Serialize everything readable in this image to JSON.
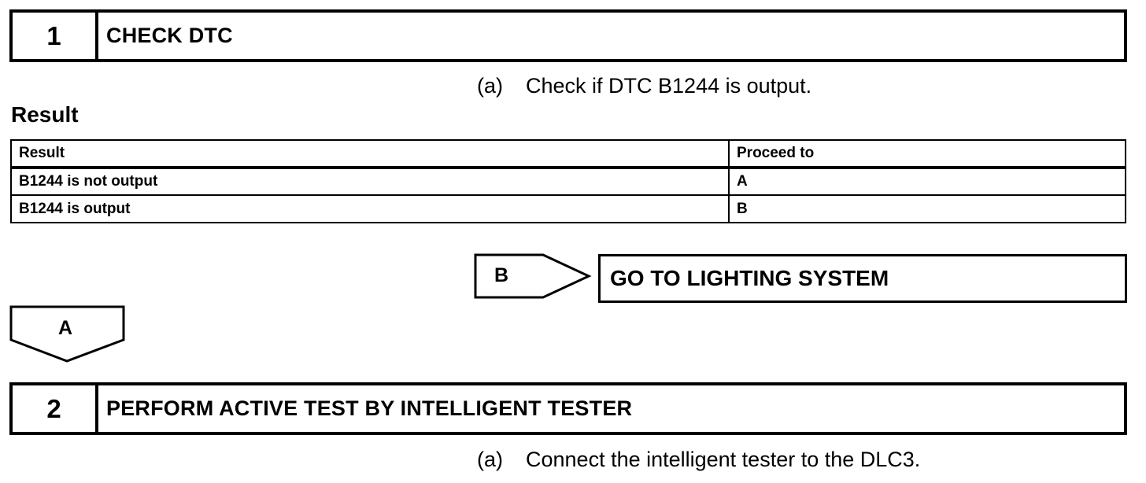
{
  "step1": {
    "number": "1",
    "title": "CHECK DTC",
    "instruction_marker": "(a)",
    "instruction_text": "Check if DTC B1244 is output."
  },
  "result_heading": "Result",
  "result_table": {
    "headers": [
      "Result",
      "Proceed to"
    ],
    "rows": [
      [
        "B1244 is not output",
        "A"
      ],
      [
        "B1244 is output",
        "B"
      ]
    ]
  },
  "branch_b": {
    "label": "B",
    "destination": "GO TO LIGHTING SYSTEM"
  },
  "branch_a": {
    "label": "A"
  },
  "step2": {
    "number": "2",
    "title": "PERFORM ACTIVE TEST BY INTELLIGENT TESTER",
    "instruction_marker": "(a)",
    "instruction_text": "Connect the intelligent tester to the DLC3."
  }
}
